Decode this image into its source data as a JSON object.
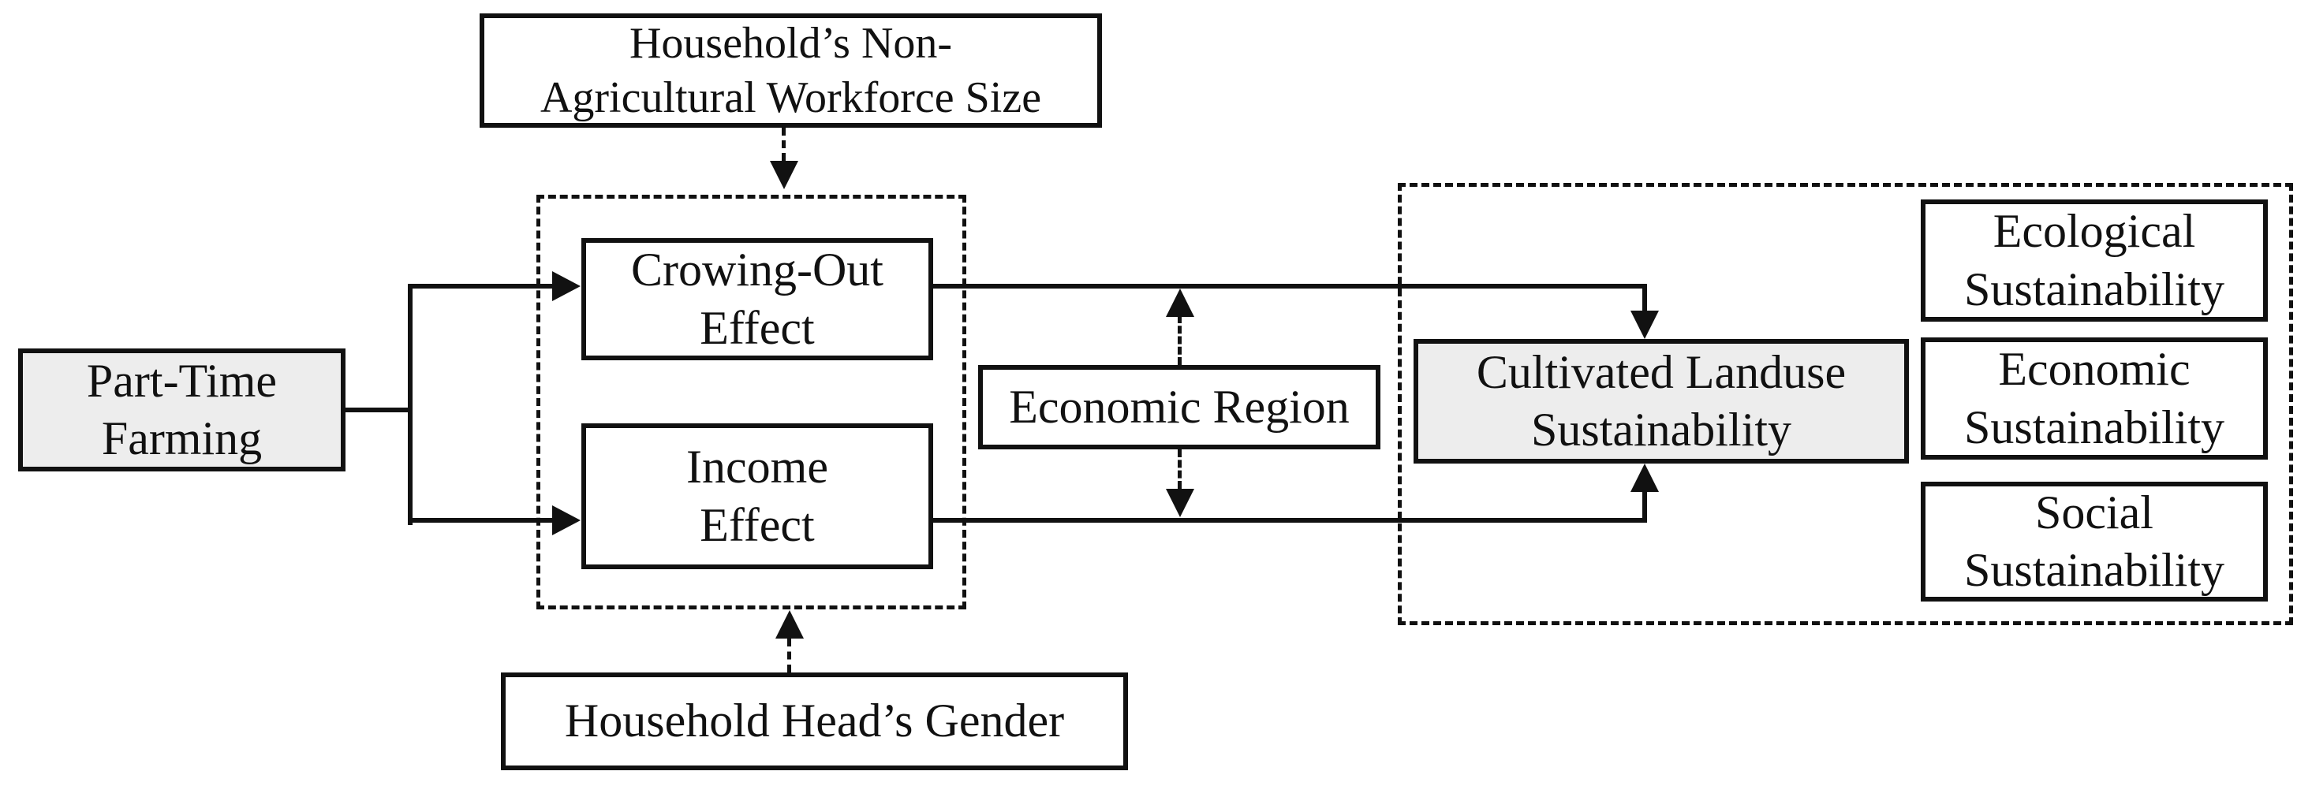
{
  "figure": {
    "type": "conceptual-framework-diagram",
    "background": "#ffffff",
    "ink": "#111111",
    "shaded_fill": "#ededed"
  },
  "nodes": {
    "part_time_farming": {
      "label": "Part-Time\nFarming",
      "shaded": true
    },
    "household_workforce": {
      "label": "Household’s Non-\nAgricultural Workforce Size",
      "shaded": false
    },
    "crowing_out_effect": {
      "label": "Crowing-Out\nEffect",
      "shaded": false
    },
    "income_effect": {
      "label": "Income\nEffect",
      "shaded": false
    },
    "economic_region": {
      "label": "Economic Region",
      "shaded": false
    },
    "household_head_gender": {
      "label": "Household Head’s Gender",
      "shaded": false
    },
    "cultivated_landuse_sustainability": {
      "label": "Cultivated Landuse\nSustainability",
      "shaded": true
    },
    "ecological_sustainability": {
      "label": "Ecological\nSustainability",
      "shaded": false
    },
    "economic_sustainability": {
      "label": "Economic\nSustainability",
      "shaded": false
    },
    "social_sustainability": {
      "label": "Social\nSustainability",
      "shaded": false
    }
  },
  "edges": [
    {
      "from": "part_time_farming",
      "to": "crowing_out_effect",
      "style": "solid-arrow"
    },
    {
      "from": "part_time_farming",
      "to": "income_effect",
      "style": "solid-arrow"
    },
    {
      "from": "crowing_out_effect",
      "to": "cultivated_landuse_sustainability",
      "style": "solid-arrow"
    },
    {
      "from": "income_effect",
      "to": "cultivated_landuse_sustainability",
      "style": "solid-arrow"
    },
    {
      "from": "household_workforce",
      "to": "effects-group",
      "style": "dashed-arrow"
    },
    {
      "from": "household_head_gender",
      "to": "effects-group",
      "style": "dashed-arrow"
    },
    {
      "from": "economic_region",
      "to": "crowing-out-path",
      "style": "dashed-arrow"
    },
    {
      "from": "economic_region",
      "to": "income-path",
      "style": "dashed-arrow"
    }
  ]
}
